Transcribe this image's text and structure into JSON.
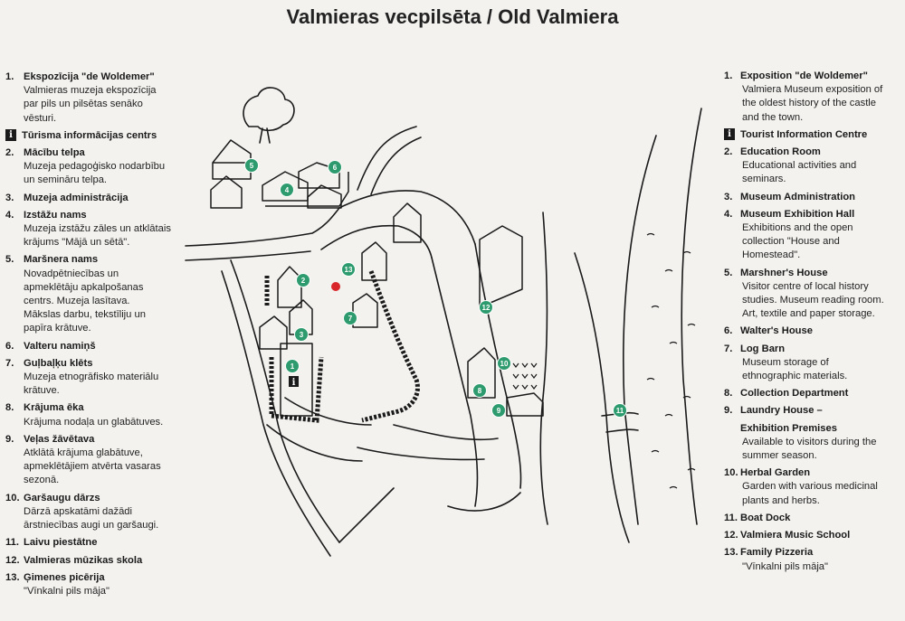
{
  "title": "Valmieras vecpilsēta / Old Valmiera",
  "colors": {
    "marker": "#2e9b6e",
    "current_location": "#d8262a",
    "ink": "#1a1a1a"
  },
  "legend_lv": [
    {
      "num": "1.",
      "name": "Ekspozīcija \"de Woldemer\"",
      "desc": [
        "Valmieras muzeja ekspozīcija",
        "par pils un pilsētas senāko",
        "vēsturi."
      ]
    },
    {
      "num": "i",
      "name": "Tūrisma informācijas centrs",
      "desc": []
    },
    {
      "num": "2.",
      "name": "Mācību telpa",
      "desc": [
        "Muzeja pedagoģisko nodarbību",
        "un semināru telpa."
      ]
    },
    {
      "num": "3.",
      "name": "Muzeja administrācija",
      "desc": []
    },
    {
      "num": "4.",
      "name": "Izstāžu nams",
      "desc": [
        "Muzeja izstāžu zāles un atklātais",
        "krājums \"Mājā un sētā\"."
      ]
    },
    {
      "num": "5.",
      "name": "Maršnera nams",
      "desc": [
        "Novadpētniecības un",
        "apmeklētāju apkalpošanas",
        "centrs. Muzeja lasītava.",
        "Mākslas darbu, tekstīliju un",
        "papīra krātuve."
      ]
    },
    {
      "num": "6.",
      "name": "Valteru namiņš",
      "desc": []
    },
    {
      "num": "7.",
      "name": "Guļbaļķu klēts",
      "desc": [
        "Muzeja etnogrāfisko materiālu",
        "krātuve."
      ]
    },
    {
      "num": "8.",
      "name": "Krājuma ēka",
      "desc": [
        "Krājuma nodaļa un glabātuves."
      ]
    },
    {
      "num": "9.",
      "name": "Veļas žāvētava",
      "desc": [
        "Atklātā krājuma glabātuve,",
        "apmeklētājiem atvērta vasaras",
        "sezonā."
      ]
    },
    {
      "num": "10.",
      "name": "Garšaugu dārzs",
      "desc": [
        "Dārzā apskatāmi dažādi",
        "ārstniecības augi un garšaugi."
      ]
    },
    {
      "num": "11.",
      "name": "Laivu piestātne",
      "desc": []
    },
    {
      "num": "12.",
      "name": "Valmieras mūzikas skola",
      "desc": []
    },
    {
      "num": "13.",
      "name": "Ģimenes picērija",
      "desc": [
        "\"Vīnkalni pils māja\""
      ]
    }
  ],
  "legend_en": [
    {
      "num": "1.",
      "name": "Exposition \"de Woldemer\"",
      "desc": [
        "Valmiera Museum exposition of",
        "the oldest history of the castle",
        "and the town."
      ]
    },
    {
      "num": "i",
      "name": "Tourist Information Centre",
      "desc": []
    },
    {
      "num": "2.",
      "name": "Education Room",
      "desc": [
        "Educational activities and",
        "seminars."
      ]
    },
    {
      "num": "3.",
      "name": "Museum Administration",
      "desc": []
    },
    {
      "num": "4.",
      "name": "Museum Exhibition Hall",
      "desc": [
        "Exhibitions and the open",
        "collection \"House and",
        "Homestead\"."
      ]
    },
    {
      "num": "5.",
      "name": "Marshner's House",
      "desc": [
        "Visitor centre of local history",
        "studies. Museum reading room.",
        "Art, textile and paper storage."
      ]
    },
    {
      "num": "6.",
      "name": "Walter's House",
      "desc": []
    },
    {
      "num": "7.",
      "name": "Log Barn",
      "desc": [
        "Museum storage of",
        "ethnographic materials."
      ]
    },
    {
      "num": "8.",
      "name": "Collection Department",
      "desc": []
    },
    {
      "num": "9.",
      "name": "Laundry House –",
      "desc": []
    },
    {
      "num": "",
      "name": "Exhibition Premises",
      "desc": [
        "Available to visitors during the",
        "summer season."
      ]
    },
    {
      "num": "10.",
      "name": "Herbal Garden",
      "desc": [
        "Garden with various medicinal",
        "plants and herbs."
      ]
    },
    {
      "num": "11.",
      "name": "Boat Dock",
      "desc": []
    },
    {
      "num": "12.",
      "name": "Valmiera Music School",
      "desc": []
    },
    {
      "num": "13.",
      "name": "Family Pizzeria",
      "desc": [
        "\"Vīnkalni pils māja\""
      ]
    }
  ],
  "map_markers": [
    "1",
    "2",
    "3",
    "4",
    "5",
    "6",
    "7",
    "8",
    "9",
    "10",
    "11",
    "12",
    "13"
  ],
  "info_icon_letter": "i"
}
